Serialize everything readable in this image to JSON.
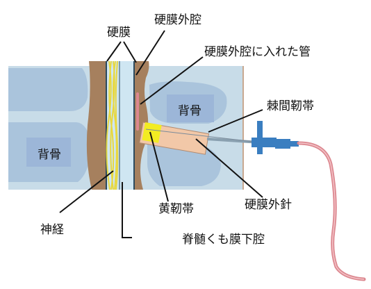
{
  "diagram": {
    "labels": {
      "dura": "硬膜",
      "epidural_space": "硬膜外腔",
      "epidural_catheter": "硬膜外腔に入れた管",
      "interspinous_ligament": "棘間靭帯",
      "vertebra_upper": "背骨",
      "vertebra_lower": "背骨",
      "ligamentum_flavum": "黄靭帯",
      "epidural_needle": "硬膜外針",
      "nerve": "神経",
      "subarachnoid_space": "脊髄くも膜下腔"
    },
    "colors": {
      "bone": "#c8dce8",
      "vertebra_body": "#aac4dc",
      "spine_band": "#a6805e",
      "nerve": "#e8d840",
      "csf": "#cfe6f2",
      "dura_line": "#2b4a5e",
      "needle_hub": "#f2c8a8",
      "ligament_yellow": "#f2ec22",
      "syringe_blue": "#3a7ec0",
      "catheter": "#dc8890",
      "leader_line": "#111111"
    }
  }
}
